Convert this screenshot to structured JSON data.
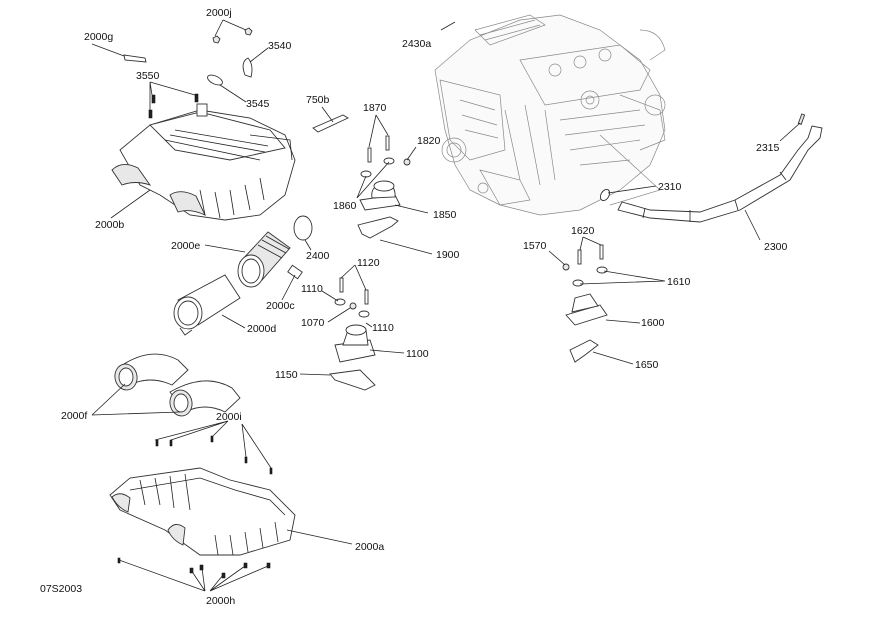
{
  "diagram": {
    "title": "Air intake system exploded view",
    "reference_code": "07S2003",
    "parts": [
      {
        "id": "2000j",
        "label": "2000j"
      },
      {
        "id": "2000g",
        "label": "2000g"
      },
      {
        "id": "3540",
        "label": "3540"
      },
      {
        "id": "3550",
        "label": "3550"
      },
      {
        "id": "3545",
        "label": "3545"
      },
      {
        "id": "2430a",
        "label": "2430a"
      },
      {
        "id": "750b",
        "label": "750b"
      },
      {
        "id": "1870",
        "label": "1870"
      },
      {
        "id": "1820",
        "label": "1820"
      },
      {
        "id": "2315",
        "label": "2315"
      },
      {
        "id": "2000b",
        "label": "2000b"
      },
      {
        "id": "1860",
        "label": "1860"
      },
      {
        "id": "1850",
        "label": "1850"
      },
      {
        "id": "2310",
        "label": "2310"
      },
      {
        "id": "2000e",
        "label": "2000e"
      },
      {
        "id": "2400",
        "label": "2400"
      },
      {
        "id": "1900",
        "label": "1900"
      },
      {
        "id": "1620",
        "label": "1620"
      },
      {
        "id": "2300",
        "label": "2300"
      },
      {
        "id": "1570",
        "label": "1570"
      },
      {
        "id": "1120",
        "label": "1120"
      },
      {
        "id": "1610",
        "label": "1610"
      },
      {
        "id": "1110a",
        "label": "1110"
      },
      {
        "id": "2000c",
        "label": "2000c"
      },
      {
        "id": "1070",
        "label": "1070"
      },
      {
        "id": "1110b",
        "label": "1110"
      },
      {
        "id": "2000d",
        "label": "2000d"
      },
      {
        "id": "1600",
        "label": "1600"
      },
      {
        "id": "1100",
        "label": "1100"
      },
      {
        "id": "1650",
        "label": "1650"
      },
      {
        "id": "1150",
        "label": "1150"
      },
      {
        "id": "2000f",
        "label": "2000f"
      },
      {
        "id": "2000i",
        "label": "2000i"
      },
      {
        "id": "2000a",
        "label": "2000a"
      },
      {
        "id": "2000h",
        "label": "2000h"
      }
    ]
  }
}
